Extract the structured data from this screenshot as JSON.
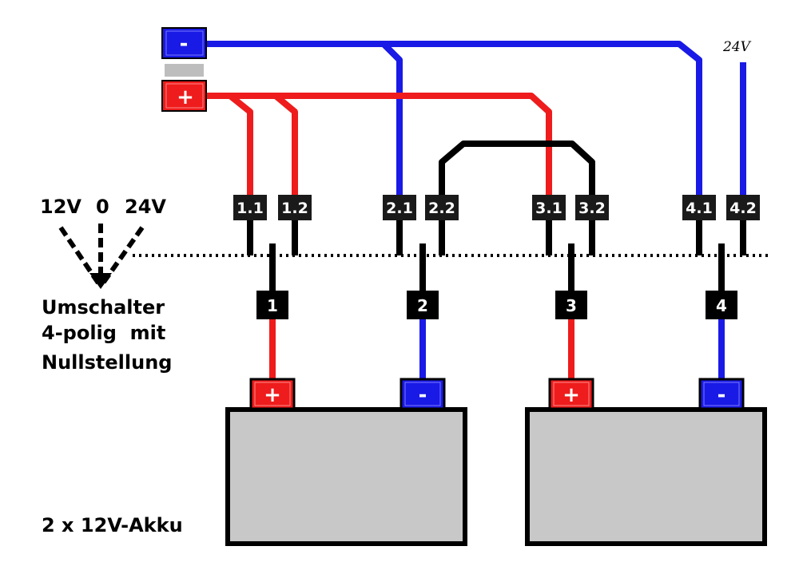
{
  "output_terminals": {
    "minus": "-",
    "plus": "+"
  },
  "voltage_24v_label": "24V",
  "switch": {
    "position_12v": "12V",
    "position_0": "0",
    "position_24v": "24V",
    "description_line1": "Umschalter",
    "description_line2": "4-polig  mit",
    "description_line3": "Nullstellung"
  },
  "contacts": [
    "1.1",
    "1.2",
    "2.1",
    "2.2",
    "3.1",
    "3.2",
    "4.1",
    "4.2"
  ],
  "poles": [
    "1",
    "2",
    "3",
    "4"
  ],
  "battery_terminals": [
    "+",
    "-",
    "+",
    "-"
  ],
  "battery_caption": "2 x 12V-Akku",
  "colors": {
    "red": "#ee1c1c",
    "blue": "#1a1ae6",
    "black": "#000000",
    "battery": "#c8c8c8",
    "terminal_gray": "#bdbdbd",
    "contact_bg": "#1a1a1a"
  }
}
